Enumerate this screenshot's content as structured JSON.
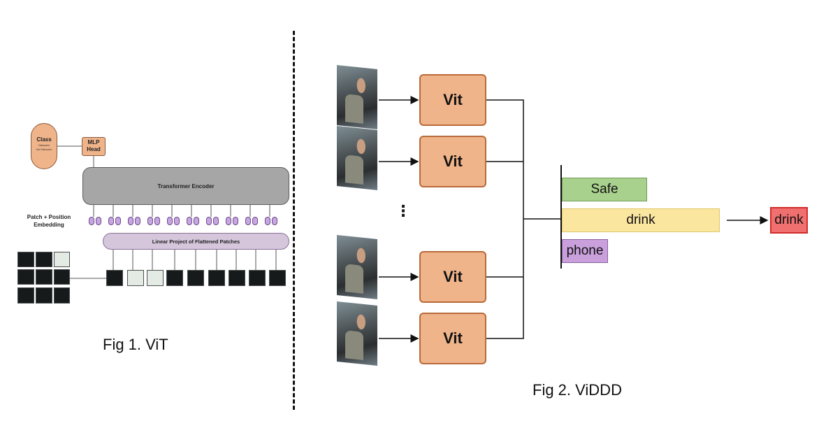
{
  "fig1": {
    "class_title": "Class",
    "class_options": [
      "Distracted",
      "Not Distracted"
    ],
    "mlp_head": "MLP Head",
    "transformer": "Transformer Encoder",
    "embedding_label": "Patch + Position Embedding",
    "linear_projection": "Linear Project of Flattened Patches",
    "caption": "Fig 1. ViT"
  },
  "fig2": {
    "model_label": "Vit",
    "ellipsis": "⋮",
    "bars": [
      {
        "label": "Safe",
        "color": "#a9d18e",
        "score": 0.53
      },
      {
        "label": "drink",
        "color": "#fbe6a0",
        "score": 1.0
      },
      {
        "label": "phone",
        "color": "#c9a0dc",
        "score": 0.29
      }
    ],
    "result": "drink",
    "result_color": "#f06f6f",
    "caption": "Fig 2. ViDDD"
  }
}
